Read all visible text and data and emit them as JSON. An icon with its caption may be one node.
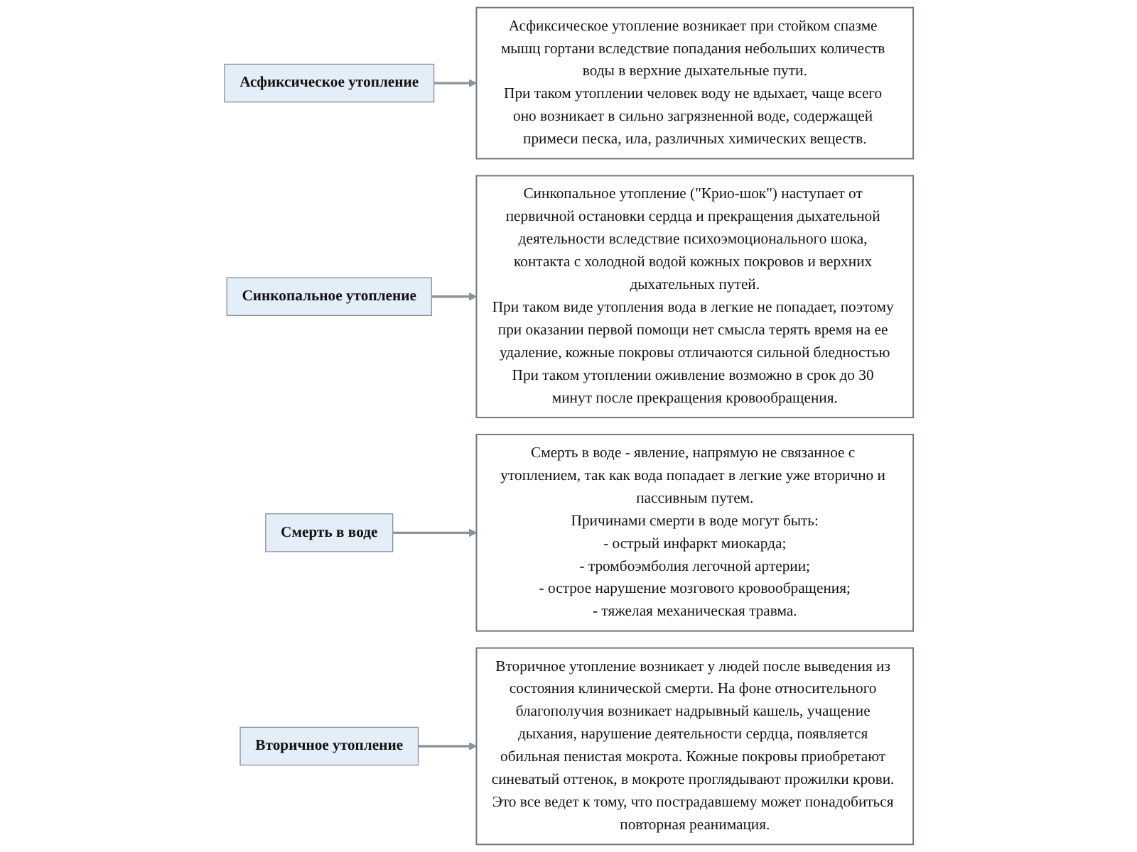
{
  "diagram": {
    "nodes": [
      {
        "text": [
          "Асфиксическое утопление"
        ]
      },
      {
        "text": [
          "Асфиксическое утопление возникает при стойком спазме мышц гортани вследствие попадания небольших количеств воды в верхние дыхательные пути.",
          "При таком утоплении человек воду не вдыхает, чаще всего оно возникает в сильно загрязненной воде, содержащей примеси песка, ила, различных химических веществ."
        ]
      },
      {
        "text": [
          "Синкопальное утопление"
        ]
      },
      {
        "text": [
          "Синкопальное утопление (\"Крио-шок\") наступает от первичной остановки сердца и прекращения дыхательной деятельности вследствие психоэмоционального шока, контакта с холодной водой кожных покровов и верхних дыхательных путей.",
          "При таком виде утопления вода в легкие не попадает, поэтому при оказании первой помощи нет смысла терять время на ее удаление, кожные покровы отличаются сильной бледностью",
          "При таком утоплении оживление возможно в срок до 30 минут после прекращения кровообращения."
        ]
      },
      {
        "text": [
          "Смерть в воде"
        ]
      },
      {
        "text": [
          "Смерть в воде - явление, напрямую не связанное с утоплением, так как вода попадает в легкие уже вторично и пассивным путем.",
          "Причинами смерти в воде могут быть:",
          "- острый инфаркт миокарда;",
          "- тромбоэмболия легочной артерии;",
          "- острое нарушение мозгового кровообращения;",
          "- тяжелая механическая травма."
        ]
      },
      {
        "text": [
          "Вторичное утопление"
        ]
      },
      {
        "text": [
          "Вторичное утопление возникает у людей после выведения из состояния клинической смерти. На фоне относительного благополучия возникает надрывный кашель, учащение дыхания, нарушение деятельности сердца, появляется обильная пенистая мокрота. Кожные покровы приобретают синеватый оттенок, в мокроте проглядывают прожилки крови. Это все ведет к тому, что пострадавшему может понадобиться повторная реанимация."
        ]
      }
    ],
    "edges": [
      {
        "from": 0,
        "to": 1,
        "arrow": "to"
      },
      {
        "from": 2,
        "to": 3,
        "arrow": "to"
      },
      {
        "from": 4,
        "to": 5,
        "arrow": "to"
      },
      {
        "from": 6,
        "to": 7,
        "arrow": "to"
      }
    ]
  }
}
